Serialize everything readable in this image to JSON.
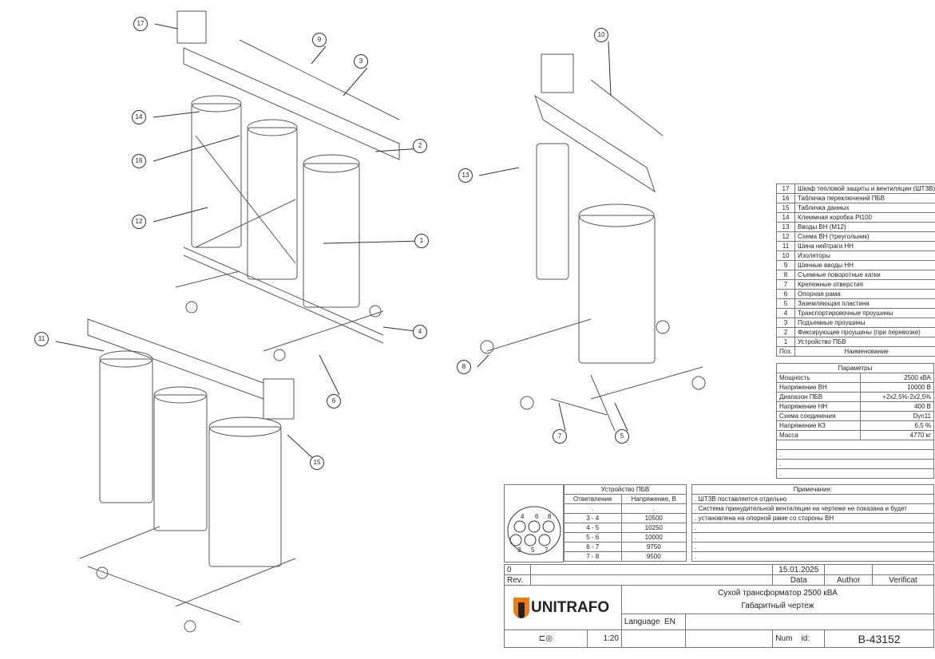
{
  "callouts": [
    {
      "n": "17"
    },
    {
      "n": "9"
    },
    {
      "n": "3"
    },
    {
      "n": "14"
    },
    {
      "n": "2"
    },
    {
      "n": "16"
    },
    {
      "n": "12"
    },
    {
      "n": "1"
    },
    {
      "n": "4"
    },
    {
      "n": "11"
    },
    {
      "n": "6"
    },
    {
      "n": "15"
    },
    {
      "n": "10"
    },
    {
      "n": "13"
    },
    {
      "n": "8"
    },
    {
      "n": "7"
    },
    {
      "n": "5"
    }
  ],
  "parts": {
    "rows": [
      {
        "pos": "17",
        "name": "Шкаф тепловой защиты и вентиляции (ШТЗВ)"
      },
      {
        "pos": "16",
        "name": "Табличка переключений ПБВ"
      },
      {
        "pos": "15",
        "name": "Табличка данных"
      },
      {
        "pos": "14",
        "name": "Клеммная коробка Pt100"
      },
      {
        "pos": "13",
        "name": "Вводы ВН (M12)"
      },
      {
        "pos": "12",
        "name": "Схема ВН (треугольник)"
      },
      {
        "pos": "11",
        "name": "Шина нейтраги НН"
      },
      {
        "pos": "10",
        "name": "Изоляторы"
      },
      {
        "pos": "9",
        "name": "Шинные вводы НН"
      },
      {
        "pos": "8",
        "name": "Съемные поворотные катки"
      },
      {
        "pos": "7",
        "name": "Крепежные отверстия"
      },
      {
        "pos": "6",
        "name": "Опорная рама"
      },
      {
        "pos": "5",
        "name": "Заземляющая пластина"
      },
      {
        "pos": "4",
        "name": "Транспортировочные проушины"
      },
      {
        "pos": "3",
        "name": "Подъемные проушины"
      },
      {
        "pos": "2",
        "name": "Фиксирующие проушины (при перевозке)"
      },
      {
        "pos": "1",
        "name": "Устройство ПБВ"
      }
    ],
    "header_pos": "Поз.",
    "header_name": "Наименование"
  },
  "params": {
    "title": "Параметры",
    "rows": [
      {
        "k": "Мощность",
        "v": "2500 кВА"
      },
      {
        "k": "Напряжение ВН",
        "v": "10000 В"
      },
      {
        "k": "Диапазон ПБВ",
        "v": "+2x2,5%-2x2,5%"
      },
      {
        "k": "Напряжение НН",
        "v": "400 В"
      },
      {
        "k": "Схема соединения",
        "v": "Dyn11"
      },
      {
        "k": "Напряжение КЗ",
        "v": "6,5 %"
      },
      {
        "k": "Масса",
        "v": "4770 кг"
      }
    ]
  },
  "pbv": {
    "title": "Устройство ПБВ",
    "col1": "Ответвление",
    "col2": "Напряжение, В",
    "rows": [
      {
        "tap": "3 - 4",
        "v": "10500"
      },
      {
        "tap": "4 - 5",
        "v": "10250"
      },
      {
        "tap": "5 - 6",
        "v": "10000"
      },
      {
        "tap": "6 - 7",
        "v": "9750"
      },
      {
        "tap": "7 - 8",
        "v": "9500"
      }
    ],
    "diagram_labels": [
      "4",
      "6",
      "8",
      "3",
      "5",
      "7"
    ]
  },
  "notes": {
    "title": "Примечание:",
    "lines": [
      "ШТЗВ поставляется отдельно",
      "Система принудительной вентиляции на чертеже не показана и будет",
      "установлена на опорной раме со стороны ВН"
    ]
  },
  "titleblock": {
    "rev_value": "0",
    "date": "15.01.2025",
    "rev_label": "Rev.",
    "data_label": "Data",
    "author_label": "Author",
    "verif_label": "Verificat",
    "logo": "UNITRAFO",
    "title1": "Сухой трансформатор 2500 кВА",
    "title2": "Габаритный чертеж",
    "language_label": "Language",
    "language": "EN",
    "scale": "1:20",
    "num_label": "Num",
    "id_label": "id:",
    "doc_id": "B-43152"
  },
  "colors": {
    "logo_orange": "#f07c10"
  }
}
